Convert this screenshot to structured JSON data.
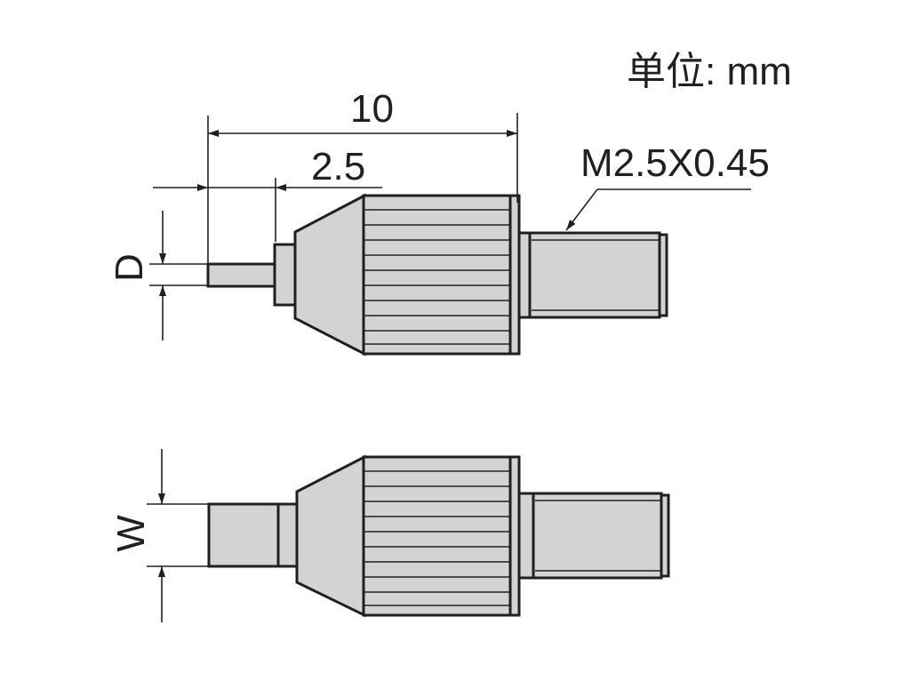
{
  "unit_label": "单位: mm",
  "dimensions": {
    "total_length": "10",
    "tip_length": "2.5",
    "thread_spec": "M2.5X0.45",
    "top_diameter_symbol": "D",
    "bottom_width_symbol": "W"
  },
  "colors": {
    "part_fill": "#d1d3d4",
    "line": "#231f20"
  }
}
